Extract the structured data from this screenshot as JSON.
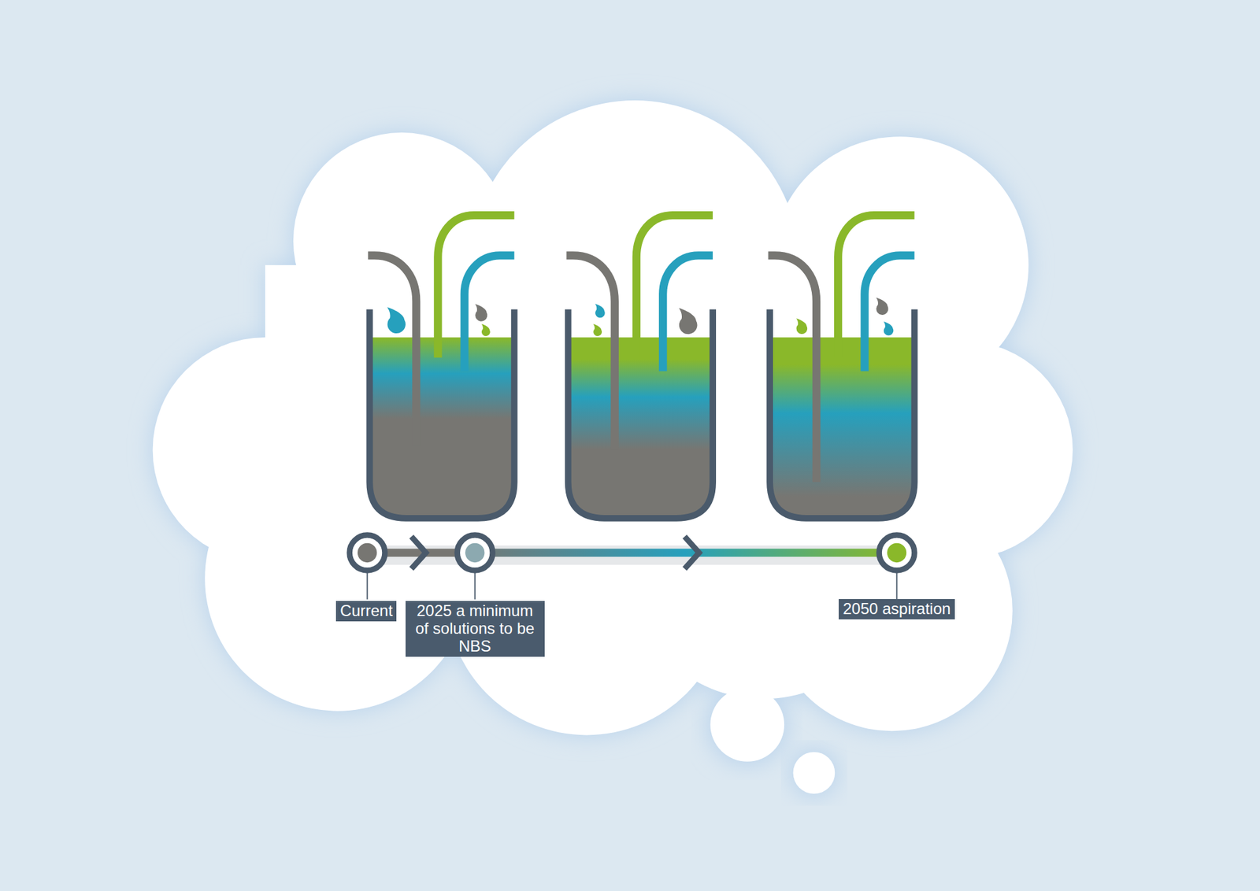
{
  "diagram": {
    "nodes": [
      {
        "text": [
          "Current"
        ]
      },
      {
        "text": [
          "2025 a minimum of solutions to be NBS"
        ]
      },
      {
        "text": [
          "2050 aspiration"
        ]
      }
    ]
  }
}
